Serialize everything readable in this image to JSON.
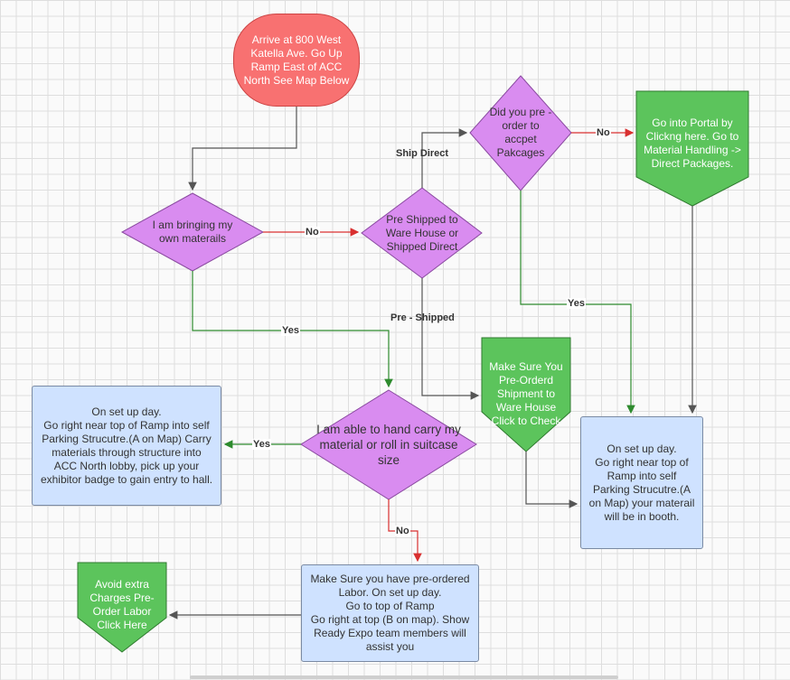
{
  "nodes": {
    "start": "Arrive at 800 West Katella Ave. Go Up Ramp East of ACC North See Map Below",
    "bringing": "I am bringing my own materails",
    "pre_shipped_q": "Pre Shipped to Ware House or Shipped Direct",
    "preorder_q": "Did you pre -order to accpet Pakcages",
    "portal": "Go into Portal by Clickng here. Go to Material Handling -> Direct Packages.",
    "make_sure_preorder": "Make Sure You Pre-Orderd Shipment to Ware House Click to Check",
    "hand_carry_q": "I am able to hand carry my material  or roll in suitcase size",
    "setup_self": "On set up day.\nGo right near top of Ramp into self Parking Strucutre.(A on Map) Carry materials through structure into ACC North lobby, pick up your exhibitor badge to gain entry to hall.",
    "setup_booth": "On set up day.\nGo right near top of Ramp into self Parking Strucutre.(A on Map) your materail will be in booth.",
    "labor": "Make Sure you have pre-ordered Labor. On set up day.\nGo to top of Ramp\nGo right at top (B on map). Show Ready Expo team members will assist you",
    "avoid": "Avoid extra Charges Pre-Order Labor Click Here"
  },
  "labels": {
    "ship_direct": "Ship Direct",
    "pre_shipped": "Pre - Shipped",
    "no1": "No",
    "no2": "No",
    "no3": "No",
    "yes1": "Yes",
    "yes2": "Yes",
    "yes3": "Yes"
  },
  "colors": {
    "terminal": "#f87171",
    "decision": "#d98cf0",
    "offpage": "#5cc45c",
    "process": "#cfe2ff",
    "yes_line": "#2e8b2e",
    "no_line": "#d93030",
    "plain_line": "#555555"
  }
}
